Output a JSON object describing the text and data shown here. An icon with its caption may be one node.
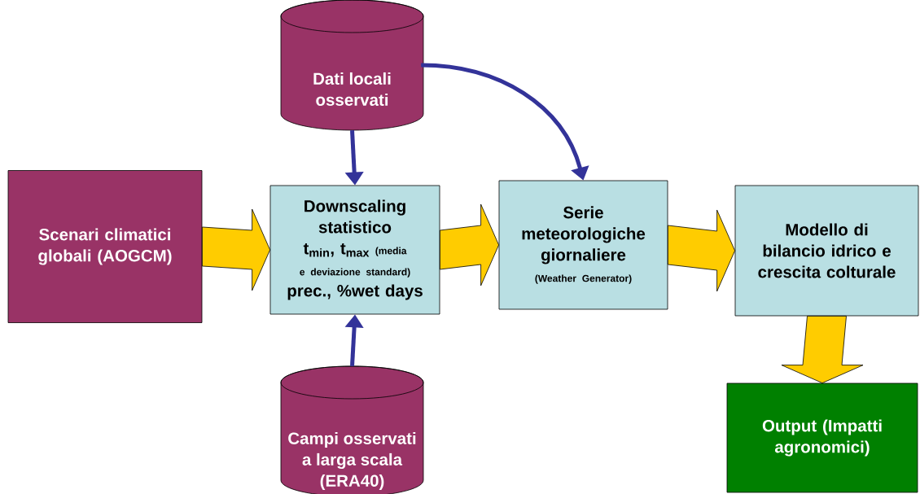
{
  "diagram": {
    "nodes": [
      {
        "text": [
          "Scenari climatici globali (AOGCM)"
        ]
      },
      {
        "text": [
          "Dati locali osservati"
        ]
      },
      {
        "text": [
          "Downscaling statistico",
          "t$_{min}$, t$_{max}$",
          "(media e deviazione standard)",
          "prec., %wet days"
        ]
      },
      {
        "text": [
          "Serie meteorologiche giornaliere",
          "(Weather Generator)"
        ]
      },
      {
        "text": [
          "Modello di bilancio idrico e crescita colturale"
        ]
      },
      {
        "text": [
          "Output (Impatti agronomici)"
        ]
      },
      {
        "text": [
          "Campi osservati a larga scala (ERA40)"
        ]
      }
    ],
    "edges": [
      {
        "from": 0,
        "to": 2,
        "arrow": "to"
      },
      {
        "from": 1,
        "to": 2,
        "arrow": "to",
        "color": "#333399"
      },
      {
        "from": 6,
        "to": 2,
        "arrow": "to",
        "color": "#333399"
      },
      {
        "from": 2,
        "to": 3,
        "arrow": "to"
      },
      {
        "from": 1,
        "to": 3,
        "arrow": "to",
        "color": "#333399"
      },
      {
        "from": 3,
        "to": 4,
        "arrow": "to"
      },
      {
        "from": 4,
        "to": 5,
        "arrow": "to"
      }
    ]
  }
}
